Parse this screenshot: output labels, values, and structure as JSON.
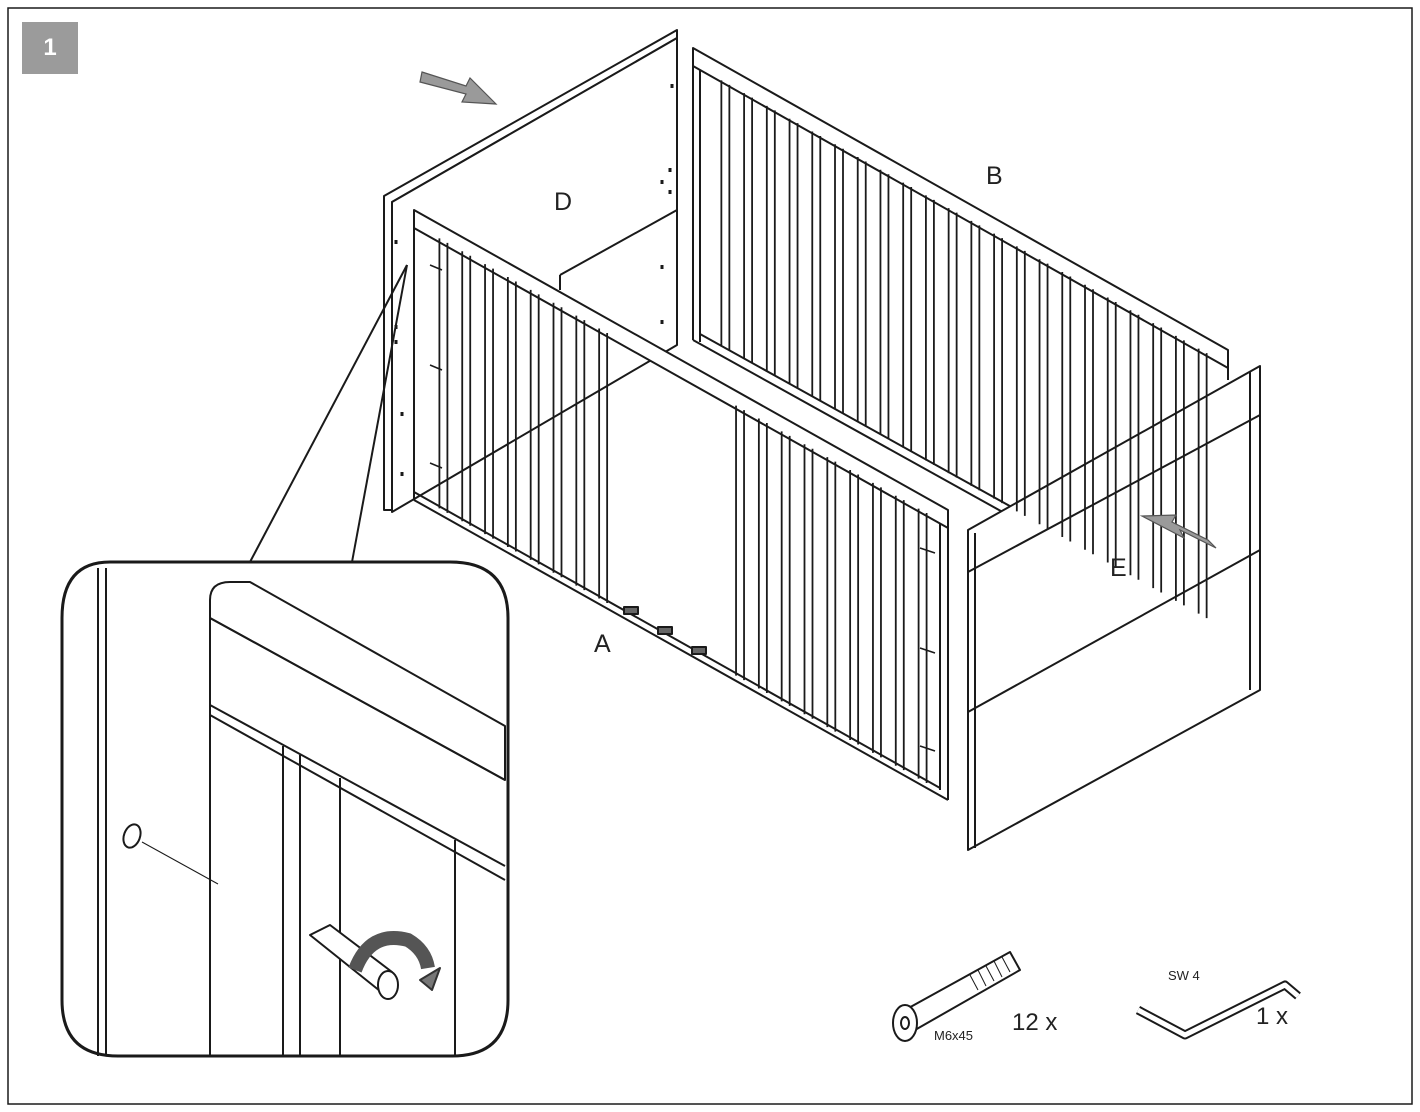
{
  "step": {
    "number": "1"
  },
  "parts": {
    "A": "A",
    "B": "B",
    "D": "D",
    "E": "E"
  },
  "hardware": {
    "bolt": {
      "size": "M6x45",
      "quantity": "12 x"
    },
    "key": {
      "size": "SW 4",
      "quantity": "1 x"
    }
  },
  "colors": {
    "line": "#1a1a1a",
    "arrow": "#9a9a9a",
    "badge": "#9b9b9b"
  }
}
